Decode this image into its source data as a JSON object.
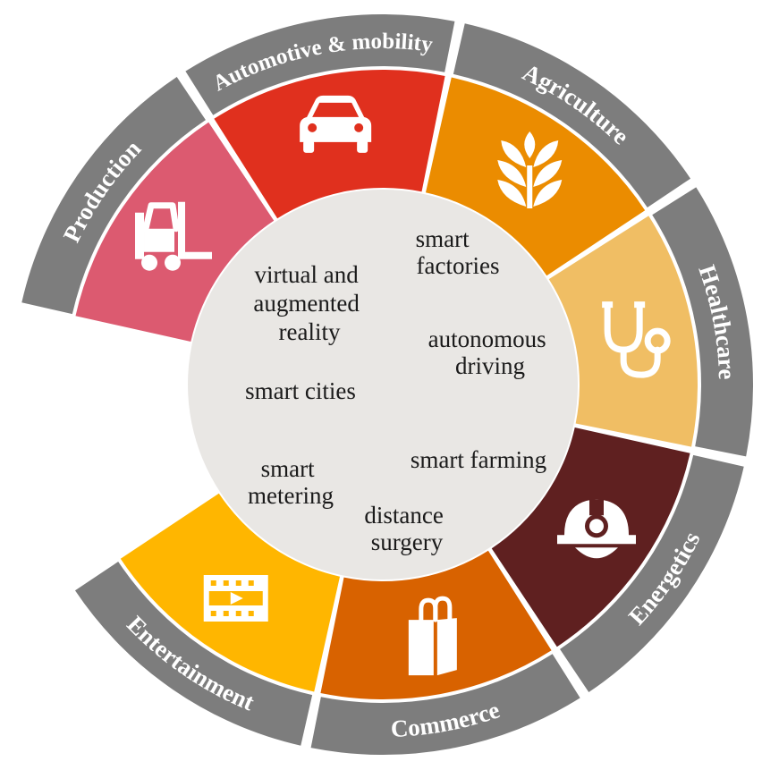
{
  "segments": [
    {
      "id": "production",
      "label": "Production",
      "icon": "forklift-icon",
      "color": "#DC5A70",
      "span_deg": 45
    },
    {
      "id": "automotive",
      "label": "Automotive & mobility",
      "icon": "car-icon",
      "color": "#E0301E",
      "span_deg": 45
    },
    {
      "id": "agriculture",
      "label": "Agriculture",
      "icon": "wheat-icon",
      "color": "#EB8C00",
      "span_deg": 45
    },
    {
      "id": "healthcare",
      "label": "Healthcare",
      "icon": "stethoscope-icon",
      "color": "#F0BE64",
      "span_deg": 45
    },
    {
      "id": "energetics",
      "label": "Energetics",
      "icon": "hard-hat-icon",
      "color": "#5F2020",
      "span_deg": 45
    },
    {
      "id": "commerce",
      "label": "Commerce",
      "icon": "shopping-bag-icon",
      "color": "#D86200",
      "span_deg": 45
    },
    {
      "id": "entertainment",
      "label": "Entertainment",
      "icon": "film-icon",
      "color": "#FFB600",
      "span_deg": 45
    }
  ],
  "colors": {
    "ring": "#7D7D7D",
    "center": "#E9E7E4",
    "border": "#ffffff"
  },
  "center_texts": [
    {
      "id": "smart-factories",
      "lines": [
        "smart",
        "factories"
      ]
    },
    {
      "id": "virtual-augmented-reality",
      "lines": [
        "virtual and",
        "augmented",
        "reality"
      ]
    },
    {
      "id": "autonomous-driving",
      "lines": [
        "autonomous",
        "driving"
      ]
    },
    {
      "id": "smart-cities",
      "lines": [
        "smart cities"
      ]
    },
    {
      "id": "smart-farming",
      "lines": [
        "smart farming"
      ]
    },
    {
      "id": "smart-metering",
      "lines": [
        "smart",
        "metering"
      ]
    },
    {
      "id": "distance-surgery",
      "lines": [
        "distance",
        "surgery"
      ]
    }
  ]
}
